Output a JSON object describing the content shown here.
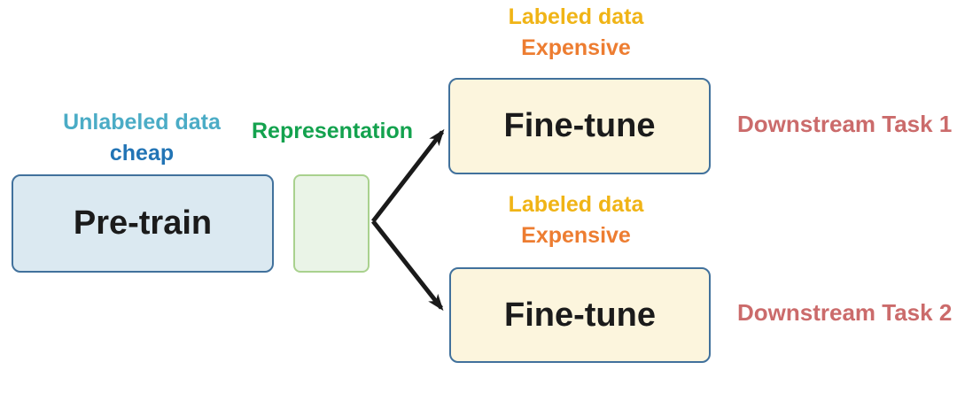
{
  "colors": {
    "background": "#ffffff",
    "teal_label": "#4bacc6",
    "blue_label": "#2274b5",
    "green_label": "#13a24e",
    "gold_label": "#f0b416",
    "orange_label": "#ed7d31",
    "rose_label": "#cb6b6b",
    "pretrain_fill": "#dbe9f1",
    "pretrain_border": "#41719c",
    "representation_fill": "#eaf4e7",
    "representation_border": "#a9d18e",
    "finetune_fill": "#fcf5dd",
    "finetune_border": "#41719c",
    "arrow_color": "#1a1a1a",
    "box_text_color": "#1b1b1b"
  },
  "nodes": {
    "pretrain": {
      "label": "Pre-train"
    },
    "representation": {
      "label": ""
    },
    "finetune_1": {
      "label": "Fine-tune"
    },
    "finetune_2": {
      "label": "Fine-tune"
    }
  },
  "annotations": {
    "unlabeled": {
      "line1": "Unlabeled data",
      "line2": "cheap"
    },
    "representation": {
      "label": "Representation"
    },
    "labeled_top": {
      "line1": "Labeled data",
      "line2": "Expensive"
    },
    "labeled_mid": {
      "line1": "Labeled data",
      "line2": "Expensive"
    },
    "downstream_1": {
      "label": "Downstream Task 1"
    },
    "downstream_2": {
      "label": "Downstream Task 2"
    }
  }
}
